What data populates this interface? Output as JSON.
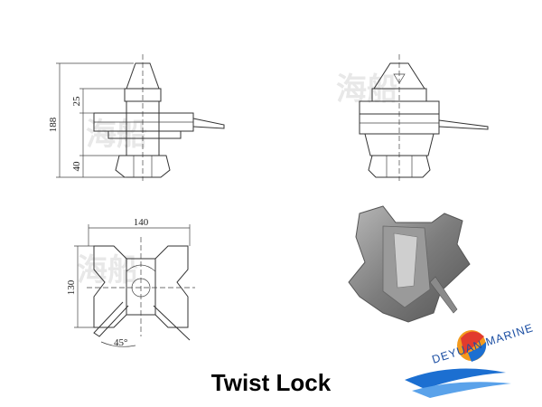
{
  "title": "Twist Lock",
  "watermark": "海船",
  "brand": {
    "name": "DEYUAN MARINE",
    "color": "#1c4fa3"
  },
  "dimensions": {
    "side_total": "188",
    "side_upper": "25",
    "side_lower": "40",
    "plan_width": "140",
    "plan_height": "130",
    "plan_angle": "45°"
  },
  "colors": {
    "lines": "#333333",
    "photo": "#8a8a8a",
    "logo_orange": "#f39a1e",
    "logo_red": "#e23b2e",
    "logo_blue": "#1c6fd1"
  }
}
